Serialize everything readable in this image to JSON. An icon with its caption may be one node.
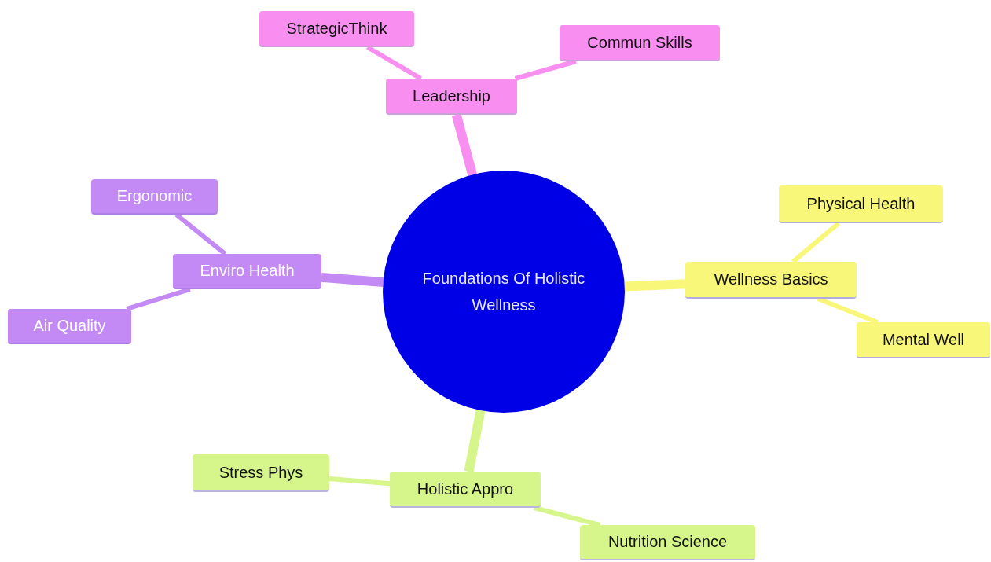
{
  "diagram": {
    "nodes": [
      {
        "text": [
          "Foundations Of Holistic Wellness"
        ]
      },
      {
        "text": [
          "Leadership"
        ]
      },
      {
        "text": [
          "StrategicThink"
        ]
      },
      {
        "text": [
          "Commun Skills"
        ]
      },
      {
        "text": [
          "Wellness Basics"
        ]
      },
      {
        "text": [
          "Physical Health"
        ]
      },
      {
        "text": [
          "Mental Well"
        ]
      },
      {
        "text": [
          "Holistic Appro"
        ]
      },
      {
        "text": [
          "Stress Phys"
        ]
      },
      {
        "text": [
          "Nutrition Science"
        ]
      },
      {
        "text": [
          "Enviro Health"
        ]
      },
      {
        "text": [
          "Ergonomic"
        ]
      },
      {
        "text": [
          "Air Quality"
        ]
      }
    ],
    "edges": [
      {
        "from": 0,
        "to": 1,
        "arrow": "none",
        "style": "thick",
        "color": "#f78ef0"
      },
      {
        "from": 1,
        "to": 2,
        "arrow": "none",
        "color": "#f78ef0"
      },
      {
        "from": 1,
        "to": 3,
        "arrow": "none",
        "color": "#f78ef0"
      },
      {
        "from": 0,
        "to": 4,
        "arrow": "none",
        "style": "thick",
        "color": "#f8f77a"
      },
      {
        "from": 4,
        "to": 5,
        "arrow": "none",
        "color": "#f8f77a"
      },
      {
        "from": 4,
        "to": 6,
        "arrow": "none",
        "color": "#f8f77a"
      },
      {
        "from": 0,
        "to": 7,
        "arrow": "none",
        "style": "thick",
        "color": "#d6f58a"
      },
      {
        "from": 7,
        "to": 8,
        "arrow": "none",
        "color": "#d6f58a"
      },
      {
        "from": 7,
        "to": 9,
        "arrow": "none",
        "color": "#d6f58a"
      },
      {
        "from": 0,
        "to": 10,
        "arrow": "none",
        "style": "thick",
        "color": "#c38af5"
      },
      {
        "from": 10,
        "to": 11,
        "arrow": "none",
        "color": "#c38af5"
      },
      {
        "from": 10,
        "to": 12,
        "arrow": "none",
        "color": "#c38af5"
      }
    ]
  }
}
